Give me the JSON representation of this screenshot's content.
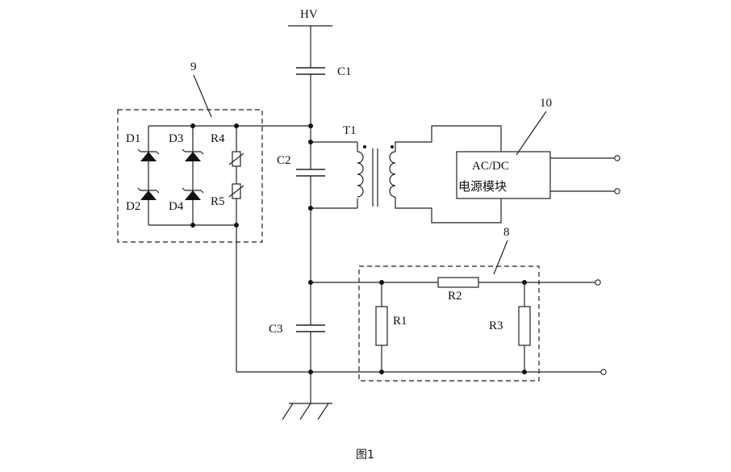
{
  "labels": {
    "hv": "HV",
    "c1": "C1",
    "c2": "C2",
    "c3": "C3",
    "t1": "T1",
    "d1": "D1",
    "d2": "D2",
    "d3": "D3",
    "d4": "D4",
    "r1": "R1",
    "r2": "R2",
    "r3": "R3",
    "r4": "R4",
    "r5": "R5",
    "block9": "9",
    "block8": "8",
    "block10": "10",
    "acdc_line1": "AC/DC",
    "acdc_line2": "电源模块"
  },
  "caption": "图1"
}
